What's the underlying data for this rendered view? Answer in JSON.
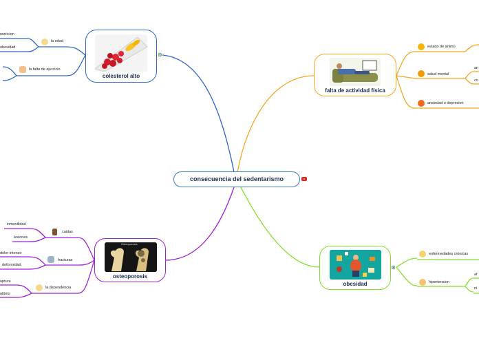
{
  "central": {
    "label": "consecuencia del sedentarismo"
  },
  "branches": {
    "colesterol": {
      "label": "colesterol alto",
      "children": [
        {
          "label": "la edad",
          "children": [
            "nutricion",
            "obesidad"
          ]
        },
        {
          "label": "la falta de ejercicio",
          "children": []
        }
      ]
    },
    "falta": {
      "label": "falta de actividad física",
      "children": [
        {
          "label": "estado de animo",
          "children": []
        },
        {
          "label": "salud mental",
          "children": [
            "an",
            "co"
          ]
        },
        {
          "label": "ansiedad o depresion",
          "children": []
        }
      ]
    },
    "osteoporosis": {
      "label": "osteoporosis",
      "image_text": "Osteoporosis",
      "children": [
        {
          "label": "caidas",
          "children": [
            "inmovilidad",
            "lesiones"
          ]
        },
        {
          "label": "fracturas",
          "children": [
            "dolor intenso",
            "deformidad"
          ]
        },
        {
          "label": "la dependencia",
          "children": [
            "uptura",
            "ulibrio"
          ]
        }
      ]
    },
    "obesidad": {
      "label": "obesidad",
      "children": [
        {
          "label": "enfermedades crónicas",
          "children": []
        },
        {
          "label": "hipertension",
          "children": [
            "af",
            "ni"
          ]
        }
      ]
    }
  },
  "colors": {
    "blue": "#2f66c9",
    "orange": "#f5a623",
    "purple": "#a020d8",
    "green": "#7fe026",
    "text": "#1c2b4a"
  },
  "icons": [
    "youtube-icon",
    "globe-icon",
    "face-emoji-icon",
    "person-emoji-icon",
    "bone-icon"
  ]
}
